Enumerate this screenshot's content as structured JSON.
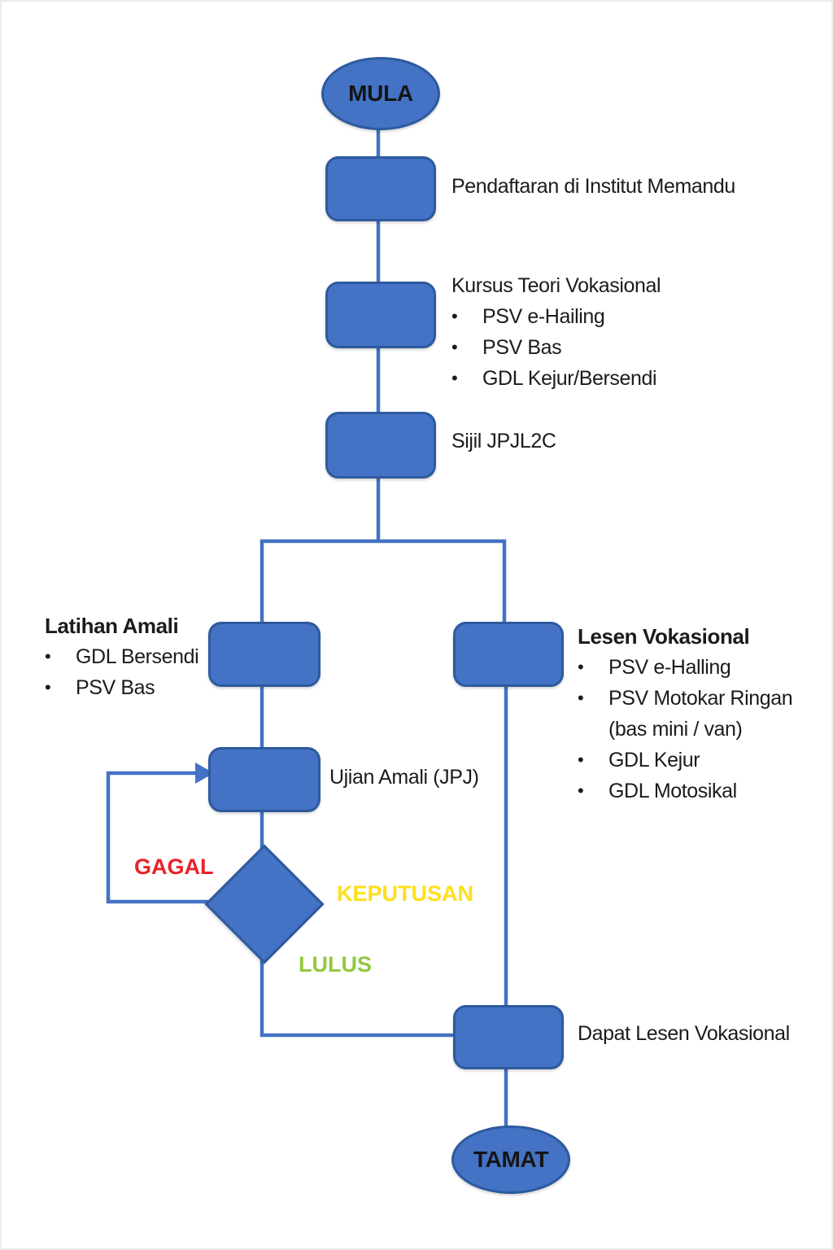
{
  "colors": {
    "node_fill": "#4472C4",
    "node_border": "#2D5A9E",
    "line": "#4472C4",
    "gagal": "#EA2127",
    "keputusan": "#FFE01B",
    "lulus": "#93C83D"
  },
  "chart_data": {
    "type": "flowchart",
    "title": "",
    "nodes": [
      "MULA",
      "Pendaftaran di Institut Memandu",
      "Kursus Teori Vokasional",
      "Sijil JPJL2C",
      "Latihan Amali",
      "Lesen Vokasional",
      "Ujian Amali (JPJ)",
      "KEPUTUSAN",
      "Dapat Lesen Vokasional",
      "TAMAT"
    ]
  },
  "flow": {
    "start": "MULA",
    "end": "TAMAT",
    "pendaftaran": "Pendaftaran di Institut Memandu",
    "kursus": {
      "title": "Kursus Teori Vokasional",
      "items": [
        "PSV e-Hailing",
        "PSV Bas",
        "GDL Kejur/Bersendi"
      ]
    },
    "sijil": "Sijil JPJL2C",
    "latihan": {
      "title": "Latihan Amali",
      "items": [
        "GDL Bersendi",
        "PSV Bas"
      ]
    },
    "lesen": {
      "title": "Lesen Vokasional",
      "items": [
        "PSV e-Halling",
        "PSV Motokar Ringan",
        "(bas mini / van)",
        "GDL Kejur",
        "GDL Motosikal"
      ]
    },
    "ujian": "Ujian Amali (JPJ)",
    "decision": {
      "fail": "GAGAL",
      "label": "KEPUTUSAN",
      "pass": "LULUS"
    },
    "dapat": "Dapat Lesen Vokasional"
  }
}
